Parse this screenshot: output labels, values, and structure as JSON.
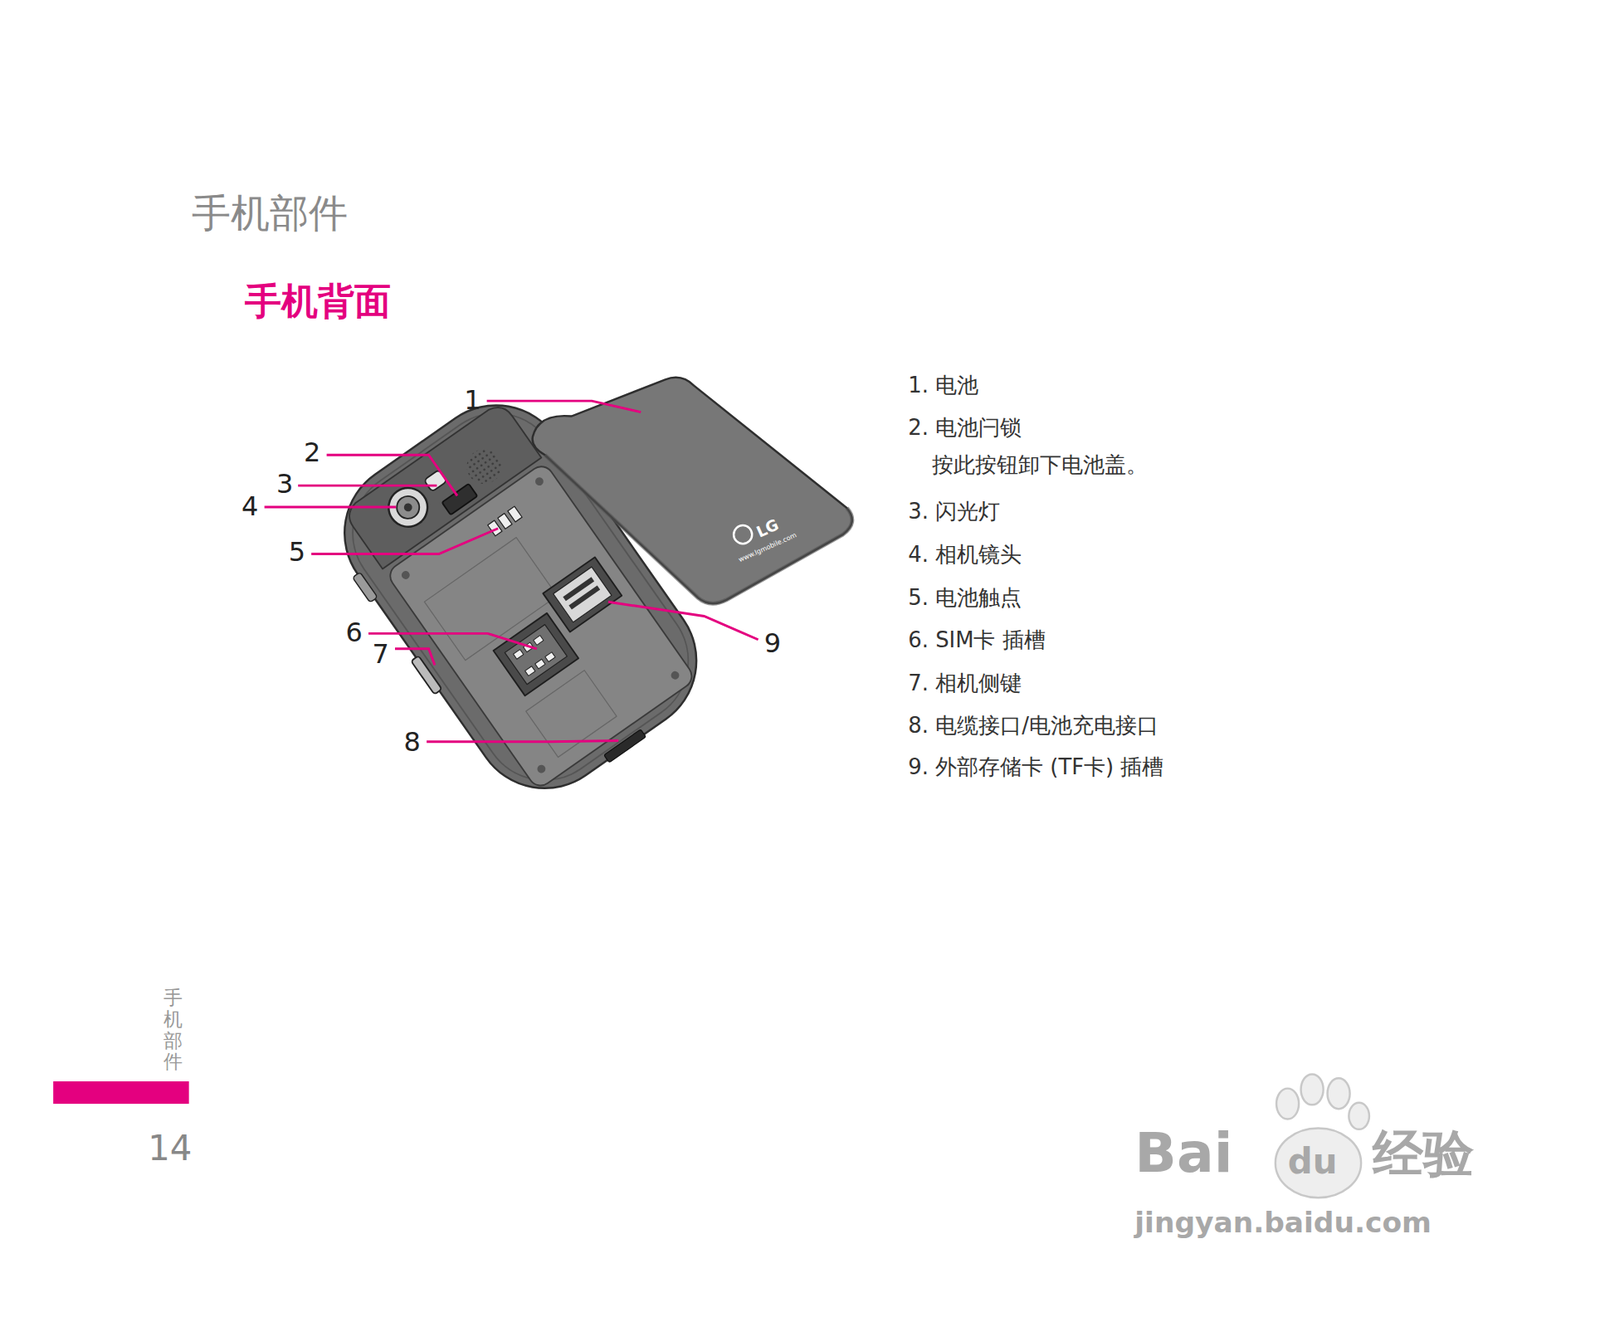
{
  "diagram": {
    "title": "手机部件",
    "labels": [
      "手机背面",
      "1",
      "2",
      "3",
      "4",
      "5",
      "6",
      "7",
      "8",
      "9",
      "1. 电池",
      "2. 电池闩锁",
      "按此按钮卸下电池盖。",
      "3. 闪光灯",
      "4. 相机镜头",
      "5. 电池触点",
      "6. SIM卡 插槽",
      "7. 相机侧键",
      "8. 电缆接口/电池充电接口",
      "9. 外部存储卡 (TF卡) 插槽",
      "LG",
      "www.lgmobile.com",
      "手机部件",
      "14",
      "Bai",
      "du",
      "经验",
      "jingyan.baidu.com"
    ]
  }
}
